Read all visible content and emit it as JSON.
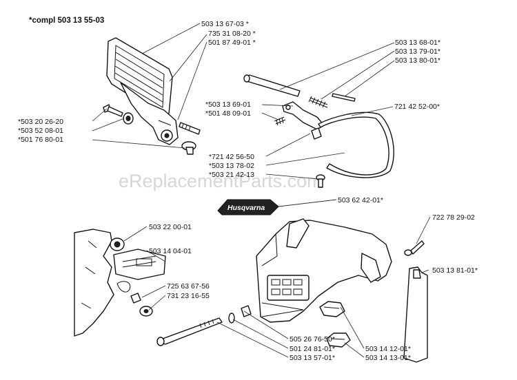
{
  "diagram": {
    "title": "*compl 503 13 55-03",
    "watermark": "eReplacementParts.com",
    "brand_logo_text": "Husqvarna",
    "labels": [
      {
        "id": "p1",
        "text": "503 13 67-03 *"
      },
      {
        "id": "p2",
        "text": "735 31 08-20 *"
      },
      {
        "id": "p3",
        "text": "501 87 49-01 *"
      },
      {
        "id": "p4",
        "text": "503 13 68-01*"
      },
      {
        "id": "p5",
        "text": "503 13 79-01*"
      },
      {
        "id": "p6",
        "text": "503 13 80-01*"
      },
      {
        "id": "p7",
        "text": "*503 13 69-01"
      },
      {
        "id": "p8",
        "text": "*501 48 09-01"
      },
      {
        "id": "p9",
        "text": "721 42 52-00*"
      },
      {
        "id": "p10",
        "text": "*503 20 26-20"
      },
      {
        "id": "p11",
        "text": "*503 52 08-01"
      },
      {
        "id": "p12",
        "text": "*501 76 80-01"
      },
      {
        "id": "p13",
        "text": "*721 42 56-50"
      },
      {
        "id": "p14",
        "text": "*503 13 78-02"
      },
      {
        "id": "p15",
        "text": "*503 21 42-13"
      },
      {
        "id": "p16",
        "text": "503 62 42-01*"
      },
      {
        "id": "p17",
        "text": "503 22 00-01"
      },
      {
        "id": "p18",
        "text": "503 14 04-01"
      },
      {
        "id": "p19",
        "text": "722 78 29-02"
      },
      {
        "id": "p20",
        "text": "503 13 81-01*"
      },
      {
        "id": "p21",
        "text": "725 63 67-56"
      },
      {
        "id": "p22",
        "text": "731 23 16-55"
      },
      {
        "id": "p23",
        "text": "505 26 76-50*"
      },
      {
        "id": "p24",
        "text": "501 24 81-01*"
      },
      {
        "id": "p25",
        "text": "503 13 57-01*"
      },
      {
        "id": "p26",
        "text": "503 14 12-01*"
      },
      {
        "id": "p27",
        "text": "503 14 13-01*"
      }
    ]
  }
}
